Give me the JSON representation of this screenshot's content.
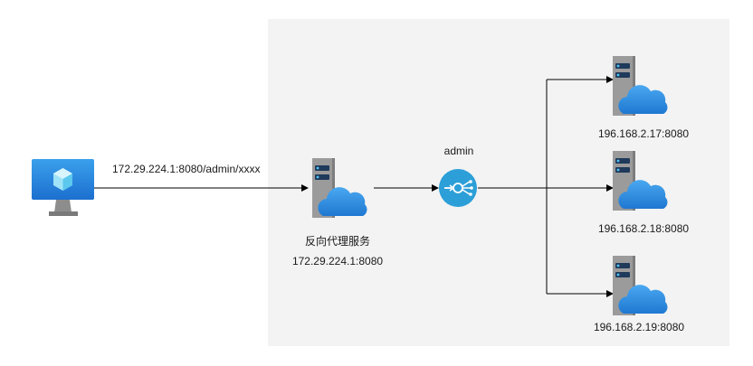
{
  "client": {
    "icon": "azure-virtual-machine-monitor-icon",
    "request_url": "172.29.224.1:8080/admin/xxxx"
  },
  "proxy": {
    "icon": "server-cloud-icon",
    "name": "反向代理服务",
    "address": "172.29.224.1:8080"
  },
  "balancer": {
    "icon": "load-balancer-icon",
    "label": "admin"
  },
  "backends": [
    {
      "icon": "server-cloud-icon",
      "address": "196.168.2.17:8080"
    },
    {
      "icon": "server-cloud-icon",
      "address": "196.168.2.18:8080"
    },
    {
      "icon": "server-cloud-icon",
      "address": "196.168.2.19:8080"
    }
  ],
  "colors": {
    "panel": "#f3f3f3",
    "line": "#000000",
    "server_body": "#9a9a9a",
    "cloud": "#2f8fe0",
    "balancer": "#2c9fd8",
    "monitor": "#2a8fe0"
  }
}
